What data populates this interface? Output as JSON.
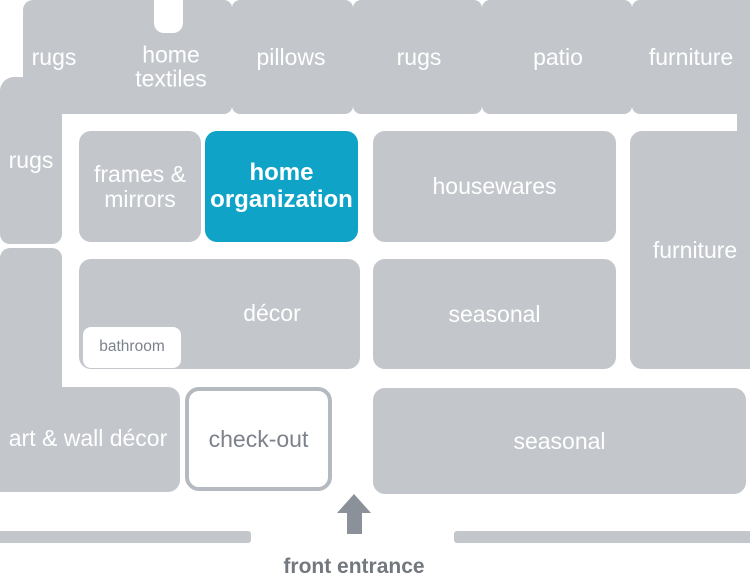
{
  "colors": {
    "block_gray": "#c3c6cb",
    "highlight_cyan": "#10a3c8",
    "label_white": "#ffffff",
    "muted_text": "#7c828b",
    "entrance_text": "#73777e",
    "arrow_gray": "#8b9199",
    "checkout_border": "#b5bac1"
  },
  "top_wall": {
    "labels": [
      "rugs",
      "home textiles",
      "pillows",
      "rugs",
      "patio",
      "furniture"
    ]
  },
  "left_wall": {
    "label": "rugs"
  },
  "departments": {
    "frames_mirrors": "frames & mirrors",
    "home_organization": "home organization",
    "housewares": "housewares",
    "furniture_right": "furniture",
    "decor": "décor",
    "seasonal_mid": "seasonal",
    "bathroom": "bathroom",
    "art_wall_decor": "art & wall décor",
    "checkout": "check-out",
    "seasonal_bottom": "seasonal"
  },
  "highlighted_department": "home organization",
  "entrance": {
    "label": "front entrance"
  }
}
